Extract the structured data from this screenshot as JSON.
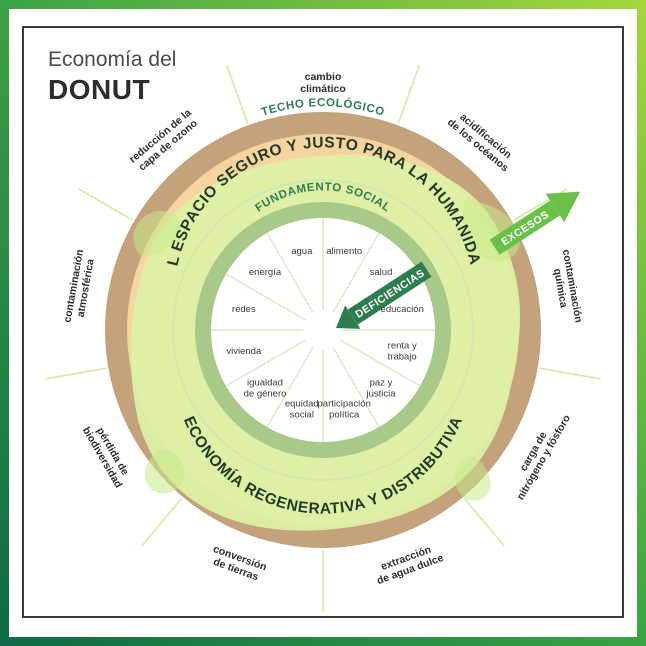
{
  "title": {
    "line1": "Economía del",
    "line2": "DONUT"
  },
  "rings": {
    "ceiling": "TECHO ECOLÓGICO",
    "foundation": "FUNDAMENTO SOCIAL",
    "upper_arc": "EL ESPACIO SEGURO Y JUSTO PARA LA HUMANIDAD",
    "lower_arc": "ECONOMÍA REGENERATIVA Y DISTRIBUTIVA"
  },
  "arrows": {
    "excess": "EXCESOS",
    "shortfall": "DEFICIENCIAS"
  },
  "ecological_ceiling": [
    [
      "cambio",
      "climático"
    ],
    [
      "acidificación",
      "de los océanos"
    ],
    [
      "contaminación",
      "química"
    ],
    [
      "carga de",
      "nitrógeno y fósforo"
    ],
    [
      "extracción",
      "de agua dulce"
    ],
    [
      "conversión",
      "de tierras"
    ],
    [
      "pérdida de",
      "biodiversidad"
    ],
    [
      "contaminación",
      "atmosférica"
    ],
    [
      "reducción de la",
      "capa de ozono"
    ]
  ],
  "social_foundation": [
    [
      "alimento"
    ],
    [
      "salud"
    ],
    [
      "educación"
    ],
    [
      "renta y",
      "trabajo"
    ],
    [
      "paz y",
      "justicia"
    ],
    [
      "participación",
      "política"
    ],
    [
      "equidad",
      "social"
    ],
    [
      "igualdad",
      "de género"
    ],
    [
      "vivienda"
    ],
    [
      "redes"
    ],
    [
      "energía"
    ],
    [
      "agua"
    ]
  ],
  "colors": {
    "frame_dark": "#17784a",
    "frame_light": "#8cc63f",
    "ceiling_ring": "#c4a27c",
    "overshoot_zone": "#f6d4a0",
    "safe_space": "#dcf2a6",
    "foundation_ring": "#a9c98a",
    "arrow_green": "#6cc04a",
    "arrow_dark": "#2e7d4f"
  }
}
